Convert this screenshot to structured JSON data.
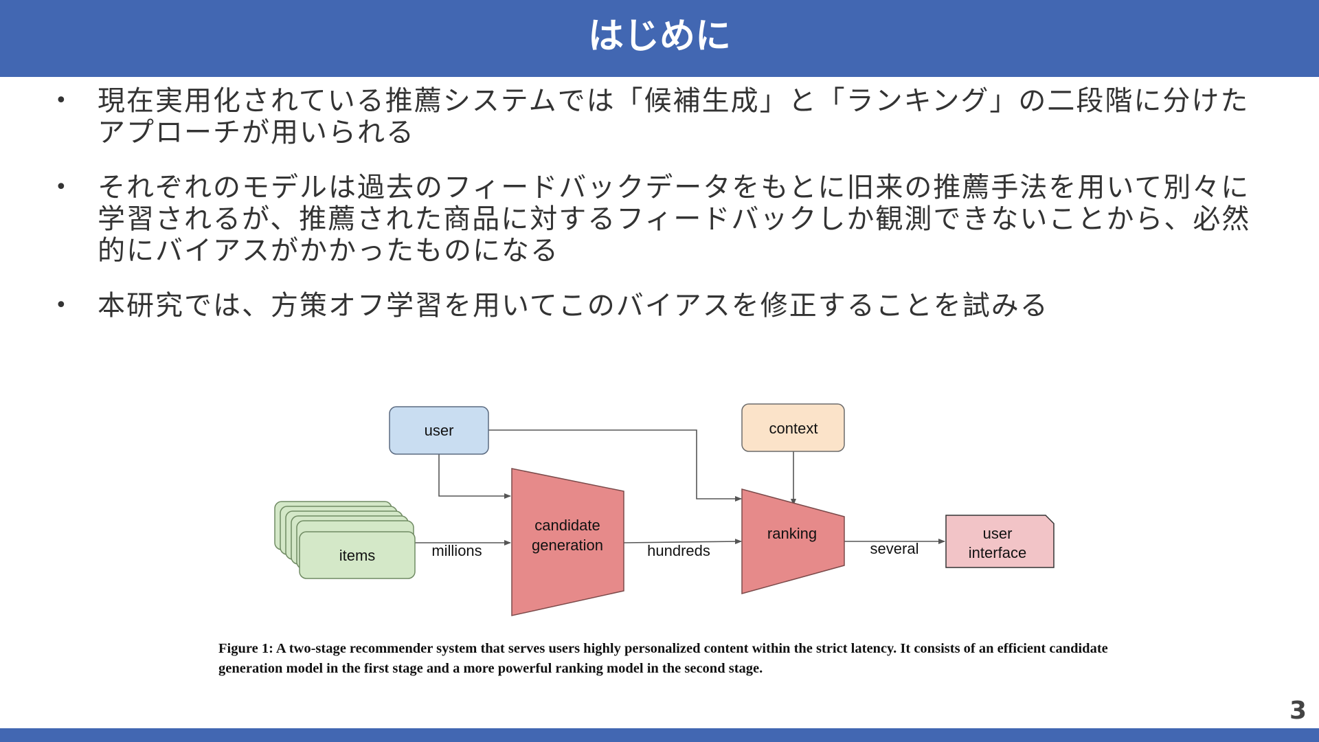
{
  "slide": {
    "title": "はじめに",
    "page_number": "3"
  },
  "bullets": [
    "現在実用化されている推薦システムでは「候補生成」と「ランキング」の二段階に分けたアプローチが用いられる",
    "それぞれのモデルは過去のフィードバックデータをもとに旧来の推薦手法を用いて別々に学習されるが、推薦された商品に対するフィードバックしか観測できないことから、必然的にバイアスがかかったものになる",
    "本研究では、方策オフ学習を用いてこのバイアスを修正することを試みる"
  ],
  "diagram": {
    "nodes": {
      "user": "user",
      "context": "context",
      "items": "items",
      "candidate_line1": "candidate",
      "candidate_line2": "generation",
      "ranking": "ranking",
      "ui_line1": "user",
      "ui_line2": "interface"
    },
    "edge_labels": {
      "millions": "millions",
      "hundreds": "hundreds",
      "several": "several"
    },
    "colors": {
      "user_fill": "#c9ddf1",
      "context_fill": "#fbe3c9",
      "items_fill": "#d4e8c8",
      "model_fill": "#e68a8a",
      "ui_fill": "#f2c4c7",
      "line": "#555555"
    }
  },
  "caption": "Figure 1: A two-stage recommender system that serves users highly personalized content within the strict latency. It consists of an efficient candidate generation model in the first stage and a more powerful ranking model in the second stage.",
  "colors": {
    "header_bar": "#4267b2",
    "footer_bar": "#4267b2",
    "title_text": "#ffffff"
  }
}
